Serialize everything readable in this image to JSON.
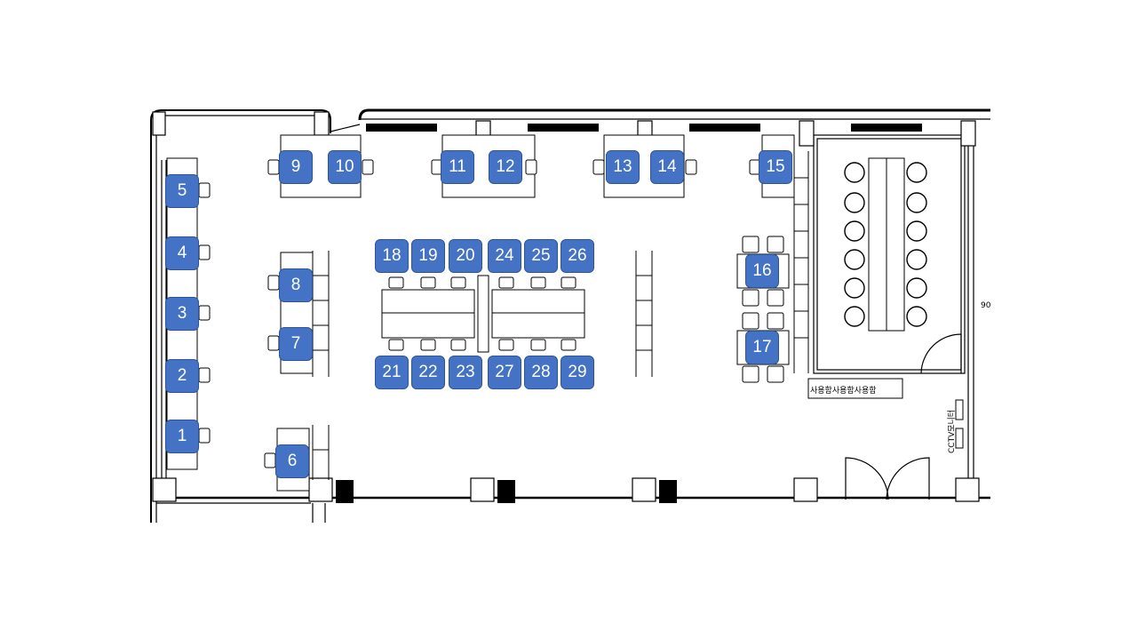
{
  "colors": {
    "seat_fill": "#4472c4",
    "seat_border": "#2f5597",
    "seat_text": "#ffffff",
    "line": "#000000"
  },
  "seats": [
    {
      "label": "1"
    },
    {
      "label": "2"
    },
    {
      "label": "3"
    },
    {
      "label": "4"
    },
    {
      "label": "5"
    },
    {
      "label": "6"
    },
    {
      "label": "7"
    },
    {
      "label": "8"
    },
    {
      "label": "9"
    },
    {
      "label": "10"
    },
    {
      "label": "11"
    },
    {
      "label": "12"
    },
    {
      "label": "13"
    },
    {
      "label": "14"
    },
    {
      "label": "15"
    },
    {
      "label": "16"
    },
    {
      "label": "17"
    },
    {
      "label": "18"
    },
    {
      "label": "19"
    },
    {
      "label": "20"
    },
    {
      "label": "21"
    },
    {
      "label": "22"
    },
    {
      "label": "23"
    },
    {
      "label": "24"
    },
    {
      "label": "25"
    },
    {
      "label": "26"
    },
    {
      "label": "27"
    },
    {
      "label": "28"
    },
    {
      "label": "29"
    }
  ],
  "storage_label": "사용함사용함사용함",
  "side_label": "CCTV모니터",
  "wall_mark": "90"
}
